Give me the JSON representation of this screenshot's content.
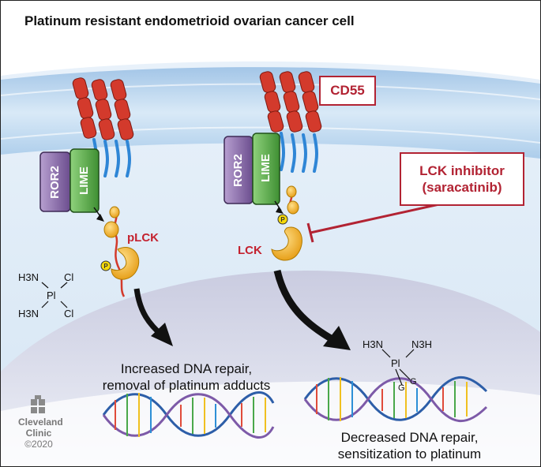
{
  "title": "Platinum resistant endometrioid ovarian cancer cell",
  "receptor_labels": {
    "ror2": "ROR2",
    "lime": "LIME"
  },
  "cd55_label": "CD55",
  "plck_label": "pLCK",
  "lck_label": "LCK",
  "phospho_label": "P",
  "inhibitor": {
    "line1": "LCK inhibitor",
    "line2": "(saracatinib)"
  },
  "left_compound": {
    "nh3_top": "H3N",
    "nh3_bottom": "H3N",
    "cl_top": "Cl",
    "cl_bottom": "Cl",
    "center": "Pl"
  },
  "right_compound": {
    "nh3_left": "H3N",
    "nh3_right": "N3H",
    "center": "Pl",
    "g1": "G",
    "g2": "G"
  },
  "left_caption": {
    "line1": "Increased DNA repair,",
    "line2": "removal of platinum adducts"
  },
  "right_caption": {
    "line1": "Decreased DNA repair,",
    "line2": "sensitization to platinum"
  },
  "logo": {
    "line1": "Cleveland",
    "line2": "Clinic",
    "line3": "©2020"
  },
  "colors": {
    "membrane": "#bcd7ee",
    "cytoplasm": "#cfe3f4",
    "nucleus": "#d9d9e8",
    "accent_red": "#c4222f",
    "ror2": "#8a6aa8",
    "lime": "#5ba84a",
    "lck": "#f2b531"
  }
}
